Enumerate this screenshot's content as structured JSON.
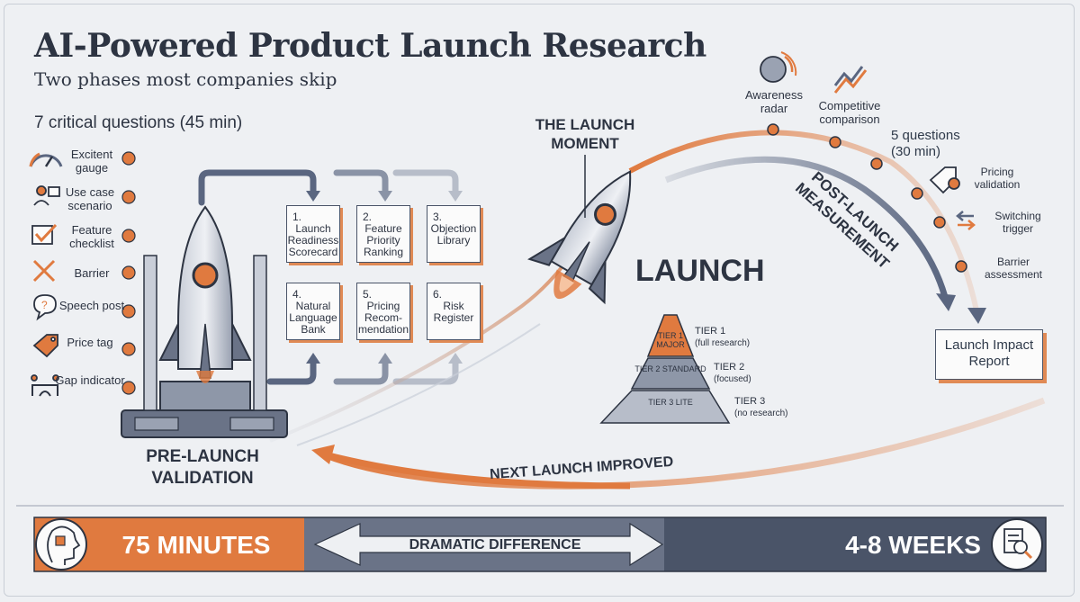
{
  "header": {
    "title": "AI-Powered Product Launch Research",
    "subtitle": "Two phases most companies skip"
  },
  "pre_launch": {
    "questions_heading": "7 critical questions (45 min)",
    "questions": [
      {
        "label": "Excitent gauge",
        "icon": "gauge-icon"
      },
      {
        "label": "Use case scenario",
        "icon": "person-icon"
      },
      {
        "label": "Feature checklist",
        "icon": "checklist-icon"
      },
      {
        "label": "Barrier",
        "icon": "barrier-icon"
      },
      {
        "label": "Speech post",
        "icon": "speech-bubble-icon"
      },
      {
        "label": "Price tag",
        "icon": "price-tag-icon"
      },
      {
        "label": "Gap indicator",
        "icon": "gap-icon"
      }
    ],
    "label": "PRE-LAUNCH VALIDATION",
    "deliverables": [
      {
        "num": "1.",
        "text": "Launch Readiness Scorecard"
      },
      {
        "num": "2.",
        "text": "Feature Priority Ranking"
      },
      {
        "num": "3.",
        "text": "Objection Library"
      },
      {
        "num": "4.",
        "text": "Natural Language Bank"
      },
      {
        "num": "5.",
        "text": "Pricing Recom-mendation"
      },
      {
        "num": "6.",
        "text": "Risk Register"
      }
    ]
  },
  "launch": {
    "moment_label": "THE LAUNCH MOMENT",
    "big_label": "LAUNCH",
    "tiers": [
      {
        "inner": "TIER 1 MAJOR",
        "name": "TIER 1",
        "note": "(full research)",
        "color": "#e08a55"
      },
      {
        "inner": "TIER 2 STANDARD",
        "name": "TIER 2",
        "note": "(focused)",
        "color": "#8e97a8"
      },
      {
        "inner": "TIER 3 LITE",
        "name": "TIER 3",
        "note": "(no research)",
        "color": "#b7bdc9"
      }
    ]
  },
  "post_launch": {
    "label": "POST-LAUNCH MEASUREMENT",
    "questions_heading": "5 questions (30 min)",
    "steps": [
      {
        "label": "Awareness radar",
        "icon": "radar-icon"
      },
      {
        "label": "Competitive comparison",
        "icon": "trend-arrows-icon"
      },
      {
        "label": "Pricing validation",
        "icon": "price-tag-icon"
      },
      {
        "label": "Switching trigger",
        "icon": "switch-arrows-icon"
      },
      {
        "label": "Barrier assessment",
        "icon": ""
      }
    ],
    "report": "Launch Impact Report"
  },
  "feedback_label": "NEXT LAUNCH IMPROVED",
  "footer": {
    "left": "75 MINUTES",
    "middle": "DRAMATIC DIFFERENCE",
    "right": "4-8 WEEKS",
    "left_icon": "ai-head-icon",
    "right_icon": "document-search-icon"
  },
  "colors": {
    "accent": "#e07a3f",
    "slate": "#4a5468",
    "dark": "#2d3442",
    "background": "#eef0f3"
  }
}
